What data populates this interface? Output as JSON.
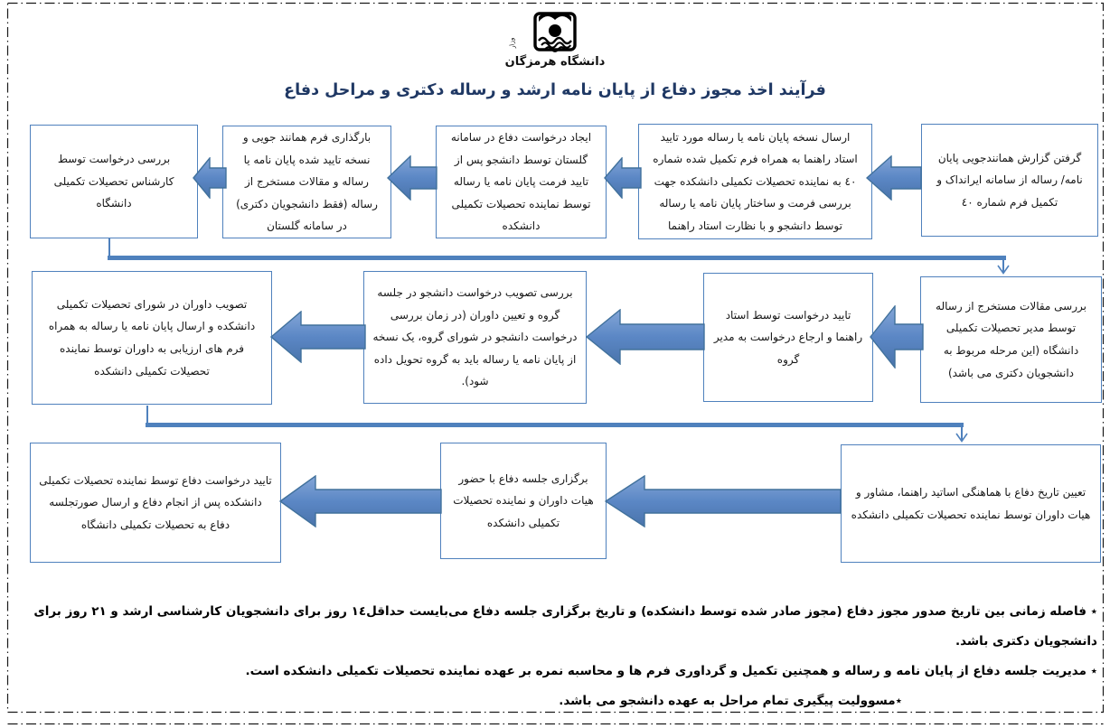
{
  "header": {
    "ministry_arc_text": "وزارت علوم، تحقیقات و فناوری",
    "university": "دانشگاه هرمزگان",
    "title": "فرآیند اخذ مجوز دفاع از پایان نامه ارشد و رساله دکتری و مراحل دفاع"
  },
  "colors": {
    "accent_blue": "#4f81bd",
    "arrow_border": "#41719c",
    "title_blue": "#1f3864",
    "page_border": "#1a1a1a"
  },
  "flow": {
    "steps": [
      {
        "id": 1,
        "text": "گرفتن گزارش همانندجویی  پایان نامه/ رساله از سامانه ایرانداک و تکمیل فرم شماره ٤٠"
      },
      {
        "id": 2,
        "text": "ارسال نسخه پایان نامه یا رساله مورد تایید استاد راهنما به همراه فرم تکمیل شده شماره ٤٠ به نماینده تحصیلات تکمیلی دانشکده جهت بررسی فرمت و ساختار پایان نامه یا رساله توسط دانشجو و با نظارت استاد راهنما"
      },
      {
        "id": 3,
        "text": "ایجاد درخواست دفاع در سامانه گلستان توسط دانشجو پس از تایید فرمت پایان نامه یا رساله توسط نماینده تحصیلات تکمیلی دانشکده"
      },
      {
        "id": 4,
        "text": "بارگذاری فرم همانند جویی و نسخه تایید شده پایان نامه یا رساله و مقالات مستخرج از رساله (فقط دانشجویان دکتری) در سامانه گلستان"
      },
      {
        "id": 5,
        "text": "بررسی درخواست توسط کارشناس تحصیلات تکمیلی دانشگاه"
      },
      {
        "id": 6,
        "text": "بررسی مقالات مستخرج از رساله توسط مدیر تحصیلات تکمیلی دانشگاه (این مرحله مربوط به دانشجویان دکتری می باشد)"
      },
      {
        "id": 7,
        "text": "تایید درخواست توسط استاد راهنما و ارجاع درخواست به مدیر گروه"
      },
      {
        "id": 8,
        "text": "بررسی تصویب درخواست دانشجو در جلسه گروه و تعیین داوران (در زمان بررسی درخواست دانشجو در شورای گروه، یک نسخه از پایان نامه یا رساله باید به گروه تحویل داده شود)."
      },
      {
        "id": 9,
        "text": "تصویب داوران در شورای تحصیلات تکمیلی دانشکده و ارسال پایان نامه یا رساله به همراه فرم های ارزیابی به داوران توسط نماینده تحصیلات تکمیلی دانشکده"
      },
      {
        "id": 10,
        "text": "تعیین تاریخ دفاع با هماهنگی اساتید راهنما، مشاور و هیات داوران توسط نماینده تحصیلات تکمیلی دانشکده"
      },
      {
        "id": 11,
        "text": "برگزاری جلسه دفاع با حضور هیات داوران و نماینده تحصیلات تکمیلی دانشکده"
      },
      {
        "id": 12,
        "text": "تایید درخواست دفاع توسط نماینده تحصیلات تکمیلی دانشکده پس از انجام دفاع و ارسال صورتجلسه دفاع به تحصیلات تکمیلی دانشگاه"
      }
    ]
  },
  "notes": [
    "٭ فاصله زمانی بین تاریخ صدور مجوز دفاع (مجوز صادر شده توسط دانشکده) و تاریخ برگزاری جلسه دفاع می‌بایست حداقل١٤ روز برای دانشجویان کارشناسی ارشد و ٢١ روز برای دانشجویان دکتری باشد.",
    "٭ مدیریت جلسه دفاع از پایان نامه و رساله و همچنین تکمیل و گرداوری فرم ها و محاسبه نمره بر عهده نماینده تحصیلات تکمیلی دانشکده است.",
    "٭مسوولیت پیگیری تمام مراحل به عهده دانشجو می باشد."
  ]
}
